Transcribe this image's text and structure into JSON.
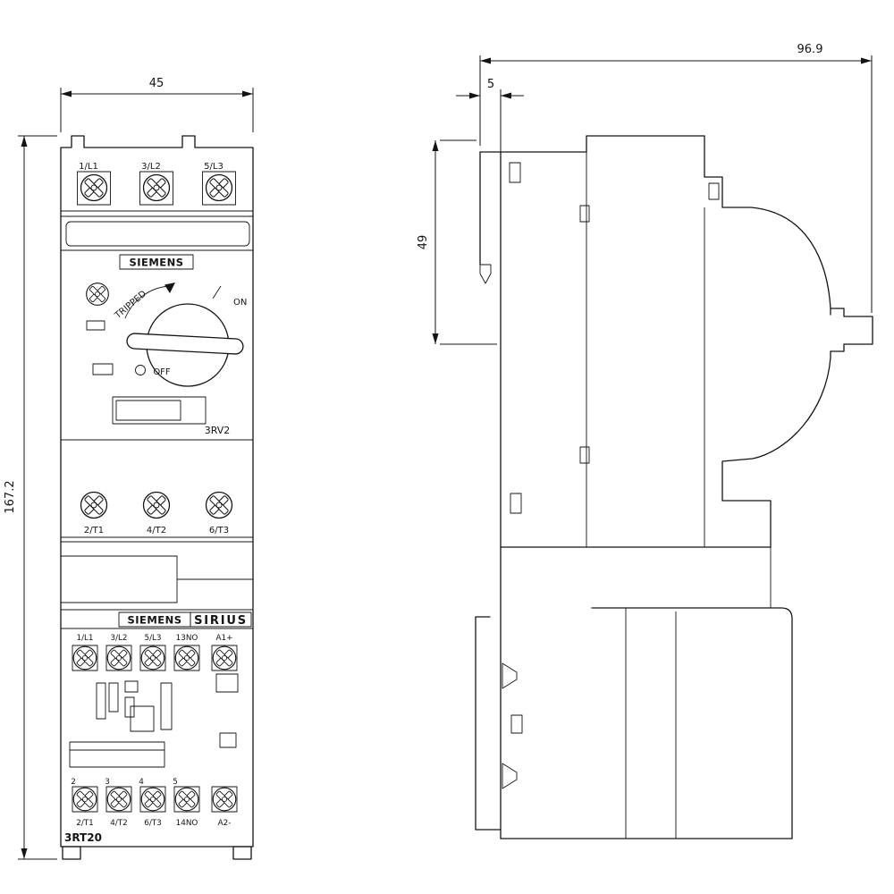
{
  "front_view": {
    "dim_width": "45",
    "dim_height": "167.2",
    "breaker": {
      "brand": "SIEMENS",
      "model": "3RV2",
      "status_tripped": "TRIPPED",
      "pos_on": "ON",
      "pos_off": "OFF",
      "top_terminals": [
        "1/L1",
        "3/L2",
        "5/L3"
      ],
      "bottom_terminals": [
        "2/T1",
        "4/T2",
        "6/T3"
      ]
    },
    "contactor": {
      "brand": "SIEMENS",
      "series": "SIRIUS",
      "model": "3RT20",
      "top_terminals": [
        "1/L1",
        "3/L2",
        "5/L3",
        "13NO",
        "A1+"
      ],
      "pin_numbers": [
        "2",
        "3",
        "4",
        "5"
      ],
      "bottom_terminals": [
        "2/T1",
        "4/T2",
        "6/T3",
        "14NO",
        "A2-"
      ]
    }
  },
  "side_view": {
    "dim_depth": "96.9",
    "dim_rail_offset": "5",
    "dim_upper_height": "49"
  }
}
